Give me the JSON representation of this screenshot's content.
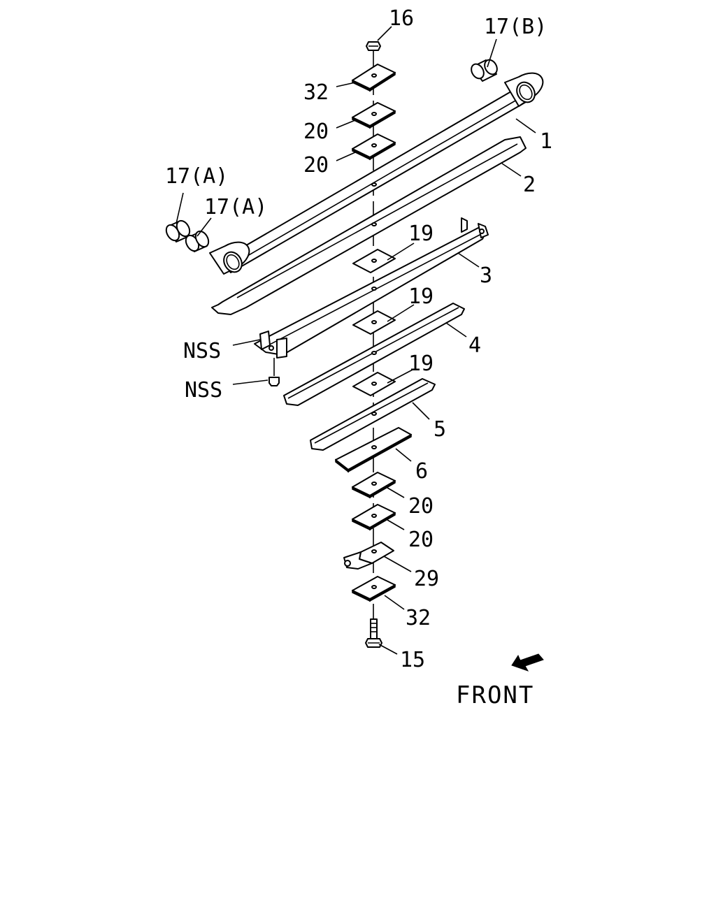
{
  "labels": {
    "l16": "16",
    "l17b": "17(B)",
    "l32a": "32",
    "l20a": "20",
    "l20b": "20",
    "l1": "1",
    "l2": "2",
    "l17a1": "17(A)",
    "l17a2": "17(A)",
    "l19a": "19",
    "l3": "3",
    "l19b": "19",
    "lnss1": "NSS",
    "l4": "4",
    "l19c": "19",
    "lnss2": "NSS",
    "l5": "5",
    "l6": "6",
    "l20c": "20",
    "l20d": "20",
    "l29": "29",
    "l32b": "32",
    "l15": "15",
    "front": "FRONT"
  },
  "icons": {
    "front_arrow": "arrow-down-left-icon"
  }
}
